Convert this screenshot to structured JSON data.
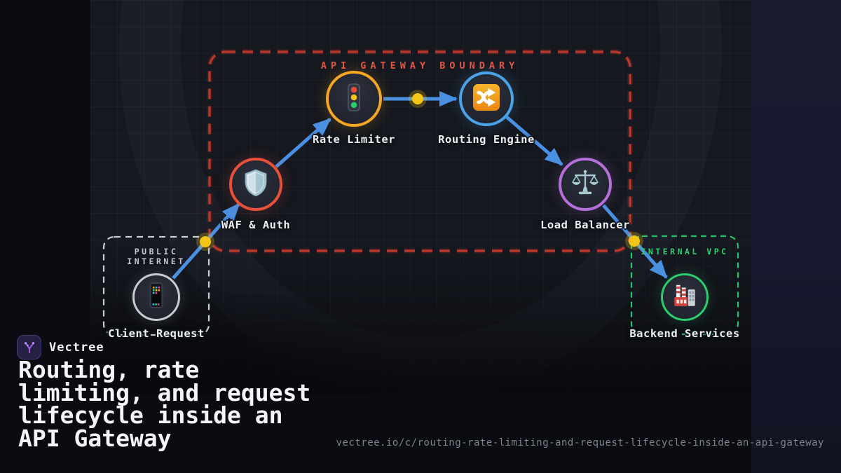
{
  "brand": {
    "name": "Vectree",
    "logo_icon": "vectree-logo-icon",
    "logo_accent_color": "#a263e8"
  },
  "headline": "Routing, rate limiting, and request lifecycle inside an API Gateway",
  "link": "vectree.io/c/routing-rate-limiting-and-request-lifecycle-inside-an-api-gateway",
  "diagram": {
    "zones": [
      {
        "id": "public-internet",
        "label": "PUBLIC INTERNET",
        "border_style": "dashed",
        "border_color": "#c9ced6",
        "label_color": "#c3c8d1"
      },
      {
        "id": "api-gateway-boundary",
        "label": "API GATEWAY BOUNDARY",
        "border_style": "dashed",
        "border_color": "#b8372a",
        "label_color": "#e25544"
      },
      {
        "id": "internal-vpc",
        "label": "INTERNAL VPC",
        "border_style": "dashed",
        "border_color": "#27c46d",
        "label_color": "#2ecc71"
      }
    ],
    "nodes": [
      {
        "id": "client-request",
        "label": "Client Request",
        "icon": "smartphone-icon",
        "ring_color": "#c6ccd2",
        "zone": "public-internet"
      },
      {
        "id": "waf-auth",
        "label": "WAF & Auth",
        "icon": "shield-icon",
        "ring_color": "#e8503a",
        "zone": "api-gateway-boundary"
      },
      {
        "id": "rate-limiter",
        "label": "Rate Limiter",
        "icon": "traffic-light-icon",
        "ring_color": "#f5a623",
        "zone": "api-gateway-boundary"
      },
      {
        "id": "routing-engine",
        "label": "Routing Engine",
        "icon": "shuffle-icon",
        "ring_color": "#4aa3e8",
        "zone": "api-gateway-boundary"
      },
      {
        "id": "load-balancer",
        "label": "Load Balancer",
        "icon": "balance-scale-icon",
        "ring_color": "#b470d8",
        "zone": "api-gateway-boundary"
      },
      {
        "id": "backend-services",
        "label": "Backend Services",
        "icon": "factory-icon",
        "ring_color": "#2ecc71",
        "zone": "internal-vpc"
      }
    ],
    "flow": [
      "client-request",
      "waf-auth",
      "rate-limiter",
      "routing-engine",
      "load-balancer",
      "backend-services"
    ],
    "arrow_color": "#4a90e2",
    "waypoint_dot_color": "#f5c518"
  }
}
